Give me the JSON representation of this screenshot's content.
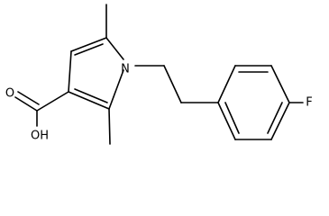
{
  "molecule": {
    "atom_labels": {
      "nitrogen": "N",
      "fluorine": "F",
      "hydroxyl": "OH",
      "carbonyl_oxygen": "O"
    }
  }
}
